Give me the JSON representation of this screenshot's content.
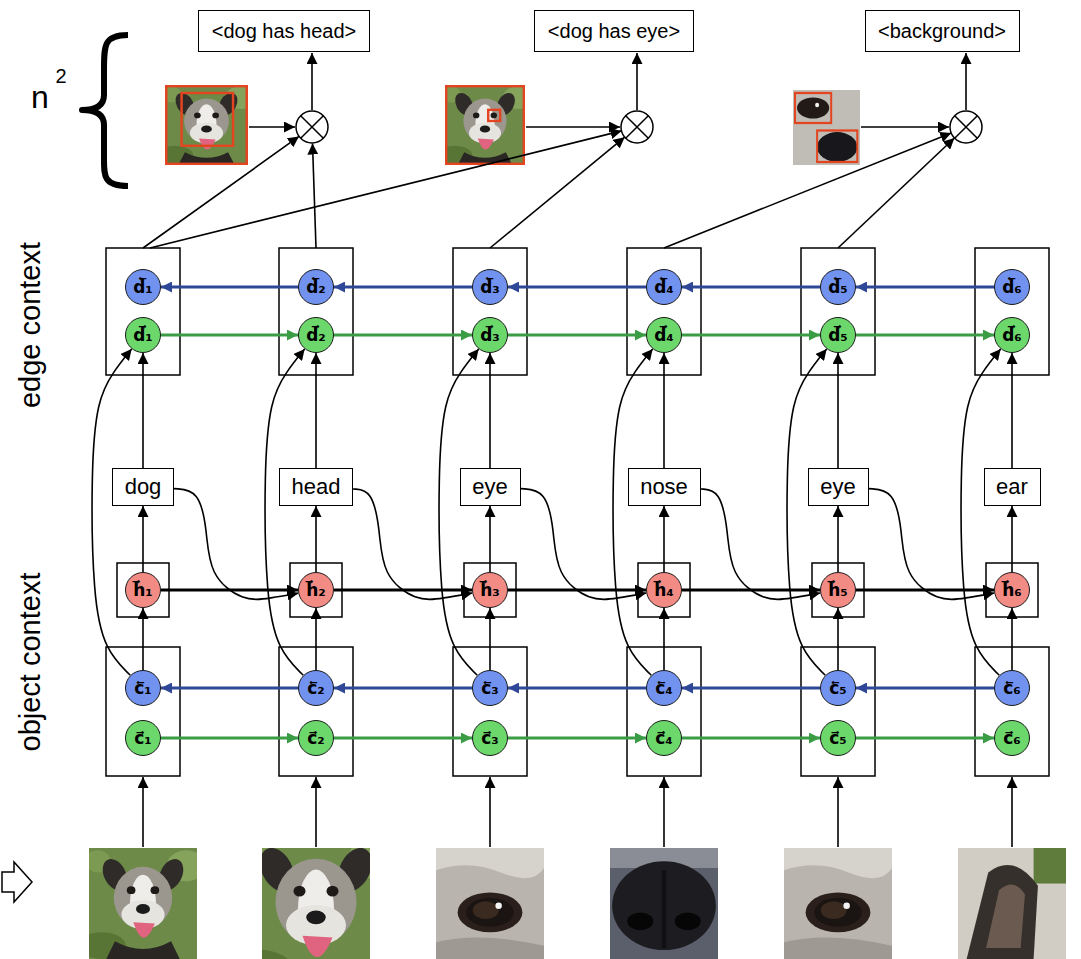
{
  "diagram": {
    "nodes": [
      {
        "text": [
          "<dog has head>"
        ]
      },
      {
        "text": [
          "<dog has eye>"
        ]
      },
      {
        "text": [
          "<background>"
        ]
      },
      {
        "text": [
          "d⃖₁"
        ]
      },
      {
        "text": [
          "d⃗₁"
        ]
      },
      {
        "text": [
          "d⃖₂"
        ]
      },
      {
        "text": [
          "d⃗₂"
        ]
      },
      {
        "text": [
          "d⃖₃"
        ]
      },
      {
        "text": [
          "d⃗₃"
        ]
      },
      {
        "text": [
          "d⃖₄"
        ]
      },
      {
        "text": [
          "d⃗₄"
        ]
      },
      {
        "text": [
          "d⃖₅"
        ]
      },
      {
        "text": [
          "d⃗₅"
        ]
      },
      {
        "text": [
          "d⃖₆"
        ]
      },
      {
        "text": [
          "d⃗₆"
        ]
      },
      {
        "text": [
          "dog"
        ]
      },
      {
        "text": [
          "head"
        ]
      },
      {
        "text": [
          "eye"
        ]
      },
      {
        "text": [
          "nose"
        ]
      },
      {
        "text": [
          "eye"
        ]
      },
      {
        "text": [
          "ear"
        ]
      },
      {
        "text": [
          "h⃗₁"
        ]
      },
      {
        "text": [
          "h⃗₂"
        ]
      },
      {
        "text": [
          "h⃗₃"
        ]
      },
      {
        "text": [
          "h⃗₄"
        ]
      },
      {
        "text": [
          "h⃗₅"
        ]
      },
      {
        "text": [
          "h⃗₆"
        ]
      },
      {
        "text": [
          "c⃖₁"
        ]
      },
      {
        "text": [
          "c⃗₁"
        ]
      },
      {
        "text": [
          "c⃖₂"
        ]
      },
      {
        "text": [
          "c⃗₂"
        ]
      },
      {
        "text": [
          "c⃖₃"
        ]
      },
      {
        "text": [
          "c⃗₃"
        ]
      },
      {
        "text": [
          "c⃖₄"
        ]
      },
      {
        "text": [
          "c⃗₄"
        ]
      },
      {
        "text": [
          "c⃖₅"
        ]
      },
      {
        "text": [
          "c⃗₅"
        ]
      },
      {
        "text": [
          "c⃖₆"
        ]
      },
      {
        "text": [
          "c⃗₆"
        ]
      }
    ],
    "edges": [
      {
        "from": 13,
        "to": 11,
        "arrow": "to"
      },
      {
        "from": 11,
        "to": 9,
        "arrow": "to"
      },
      {
        "from": 9,
        "to": 7,
        "arrow": "to"
      },
      {
        "from": 7,
        "to": 5,
        "arrow": "to"
      },
      {
        "from": 5,
        "to": 3,
        "arrow": "to"
      },
      {
        "from": 4,
        "to": 6,
        "arrow": "to"
      },
      {
        "from": 6,
        "to": 8,
        "arrow": "to"
      },
      {
        "from": 8,
        "to": 10,
        "arrow": "to"
      },
      {
        "from": 10,
        "to": 12,
        "arrow": "to"
      },
      {
        "from": 12,
        "to": 14,
        "arrow": "to"
      },
      {
        "from": 15,
        "to": 4,
        "arrow": "to"
      },
      {
        "from": 16,
        "to": 6,
        "arrow": "to"
      },
      {
        "from": 17,
        "to": 8,
        "arrow": "to"
      },
      {
        "from": 18,
        "to": 10,
        "arrow": "to"
      },
      {
        "from": 19,
        "to": 12,
        "arrow": "to"
      },
      {
        "from": 20,
        "to": 14,
        "arrow": "to"
      },
      {
        "from": 21,
        "to": 15,
        "arrow": "to"
      },
      {
        "from": 22,
        "to": 16,
        "arrow": "to"
      },
      {
        "from": 23,
        "to": 17,
        "arrow": "to"
      },
      {
        "from": 24,
        "to": 18,
        "arrow": "to"
      },
      {
        "from": 25,
        "to": 19,
        "arrow": "to"
      },
      {
        "from": 26,
        "to": 20,
        "arrow": "to"
      },
      {
        "from": 21,
        "to": 22,
        "arrow": "to"
      },
      {
        "from": 22,
        "to": 23,
        "arrow": "to"
      },
      {
        "from": 23,
        "to": 24,
        "arrow": "to"
      },
      {
        "from": 24,
        "to": 25,
        "arrow": "to"
      },
      {
        "from": 25,
        "to": 26,
        "arrow": "to"
      },
      {
        "from": 37,
        "to": 35,
        "arrow": "to"
      },
      {
        "from": 35,
        "to": 33,
        "arrow": "to"
      },
      {
        "from": 33,
        "to": 31,
        "arrow": "to"
      },
      {
        "from": 31,
        "to": 29,
        "arrow": "to"
      },
      {
        "from": 29,
        "to": 27,
        "arrow": "to"
      },
      {
        "from": 28,
        "to": 30,
        "arrow": "to"
      },
      {
        "from": 30,
        "to": 32,
        "arrow": "to"
      },
      {
        "from": 32,
        "to": 34,
        "arrow": "to"
      },
      {
        "from": 34,
        "to": 36,
        "arrow": "to"
      },
      {
        "from": 36,
        "to": 38,
        "arrow": "to"
      },
      {
        "from": 27,
        "to": 21,
        "arrow": "to"
      },
      {
        "from": 29,
        "to": 22,
        "arrow": "to"
      },
      {
        "from": 31,
        "to": 23,
        "arrow": "to"
      },
      {
        "from": 33,
        "to": 24,
        "arrow": "to"
      },
      {
        "from": 35,
        "to": 25,
        "arrow": "to"
      },
      {
        "from": 37,
        "to": 26,
        "arrow": "to"
      },
      {
        "from": 27,
        "to": 4,
        "arrow": "to"
      },
      {
        "from": 29,
        "to": 6,
        "arrow": "to"
      },
      {
        "from": 31,
        "to": 8,
        "arrow": "to"
      },
      {
        "from": 33,
        "to": 10,
        "arrow": "to"
      },
      {
        "from": 35,
        "to": 12,
        "arrow": "to"
      },
      {
        "from": 37,
        "to": 14,
        "arrow": "to"
      },
      {
        "from": 15,
        "to": 22,
        "arrow": "to"
      },
      {
        "from": 16,
        "to": 23,
        "arrow": "to"
      },
      {
        "from": 17,
        "to": 24,
        "arrow": "to"
      },
      {
        "from": 18,
        "to": 25,
        "arrow": "to"
      },
      {
        "from": 19,
        "to": 26,
        "arrow": "to"
      }
    ],
    "labels": [
      "n",
      "2",
      "edge context",
      "object context"
    ]
  }
}
